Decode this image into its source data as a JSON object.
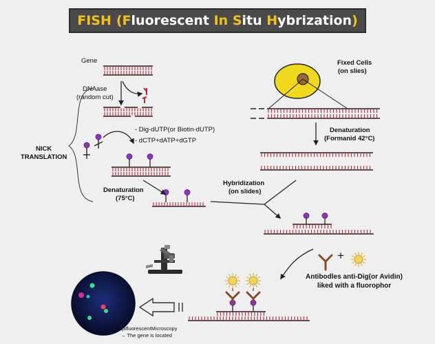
{
  "title": {
    "abbr": "FISH",
    "open_paren": "(",
    "parts": [
      {
        "initial": "F",
        "rest": "luorescent"
      },
      {
        "initial": "In",
        "rest": ""
      },
      {
        "initial": "S",
        "rest": "itu"
      },
      {
        "initial": "H",
        "rest": "ybrization"
      }
    ],
    "close_paren": ")"
  },
  "labels": {
    "gene": "Gene",
    "dnaase": "DNAase",
    "random_cut": "(random cut)",
    "reagent_1": "- Dig-dUTP(or Biotin-dUTP)",
    "reagent_2": "- dCTP+dATP+dGTP",
    "nick": "NICK",
    "translation": "TRANSLATION",
    "denaturation_left": "Denaturation",
    "denaturation_left_temp": "(75°C)",
    "fixed_cells": "Fixed Cells",
    "on_slies": "(on slies)",
    "denaturation_right": "Denaturation",
    "formanid": "(Formanid 42°C)",
    "hybridization": "Hybridization",
    "on_slides": "(on slides)",
    "plus": "+",
    "antibodies_1": "Antibodles anti-Dig(or Avidin)",
    "antibodies_2": "liked with a fluorophor",
    "epi_1": "EpifluorescentMicroscopy",
    "epi_2": "→ The gene is located"
  },
  "colors": {
    "dna": "#b2283a",
    "probe": "#8b35b8",
    "cell": "#f0d81c",
    "nucleus": "#9b6a34",
    "antibody": "#8a4a2a",
    "title_bg": "#4a4a4a",
    "title_accent": "#f2c21b",
    "field": "#101a4a"
  },
  "icons": [
    "microscope-icon",
    "fluorophore-icon",
    "antibody-icon",
    "probe-marker-icon",
    "microscope-field-icon",
    "hollow-arrow-icon",
    "brace-icon"
  ]
}
